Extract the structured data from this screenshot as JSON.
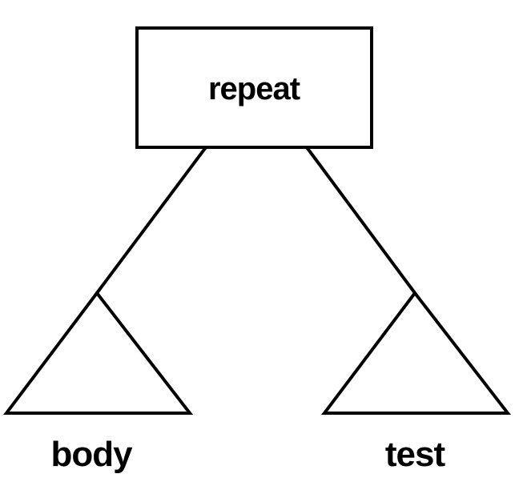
{
  "diagram": {
    "root": {
      "label": "repeat"
    },
    "children": [
      {
        "label": "body"
      },
      {
        "label": "test"
      }
    ]
  },
  "colors": {
    "line": "#000000",
    "background": "#ffffff"
  }
}
